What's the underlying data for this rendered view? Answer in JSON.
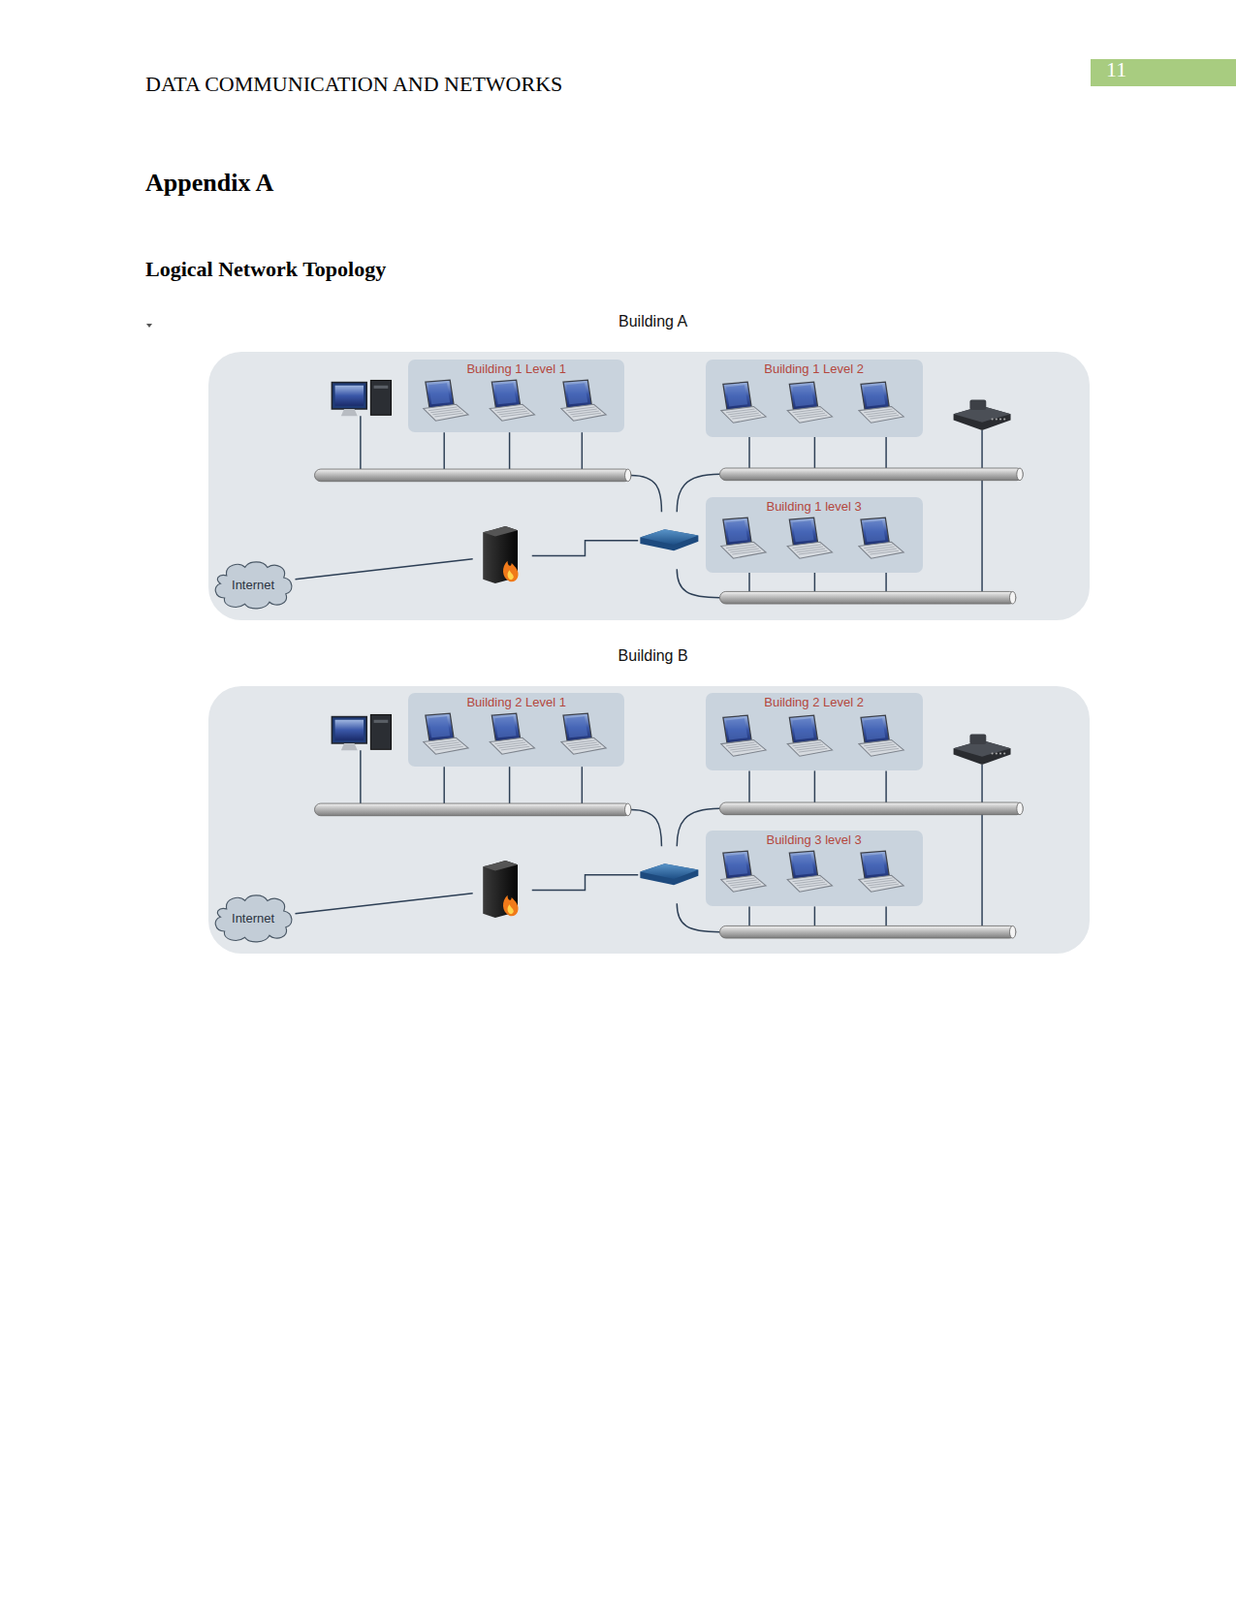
{
  "diagram": {
    "nodes": [
      {
        "text": [
          "Building A"
        ]
      },
      {
        "text": [
          "Building 1 Level 1"
        ],
        "in": 0
      },
      {
        "text": [
          "Building 1 Level 2"
        ],
        "in": 0
      },
      {
        "text": [
          "Building 1 level 3"
        ],
        "in": 0
      },
      {
        "text": [
          "Internet"
        ],
        "in": 0
      },
      {
        "text": [
          "Building B"
        ]
      },
      {
        "text": [
          "Building 2 Level 1"
        ],
        "in": 5
      },
      {
        "text": [
          "Building 2 Level 2"
        ],
        "in": 5
      },
      {
        "text": [
          "Building 3 level 3"
        ],
        "in": 5
      },
      {
        "text": [
          "Internet"
        ],
        "in": 5
      }
    ],
    "labels": [
      "DATA COMMUNICATION AND NETWORKS",
      "11",
      "Appendix A",
      "Logical Network Topology"
    ]
  }
}
